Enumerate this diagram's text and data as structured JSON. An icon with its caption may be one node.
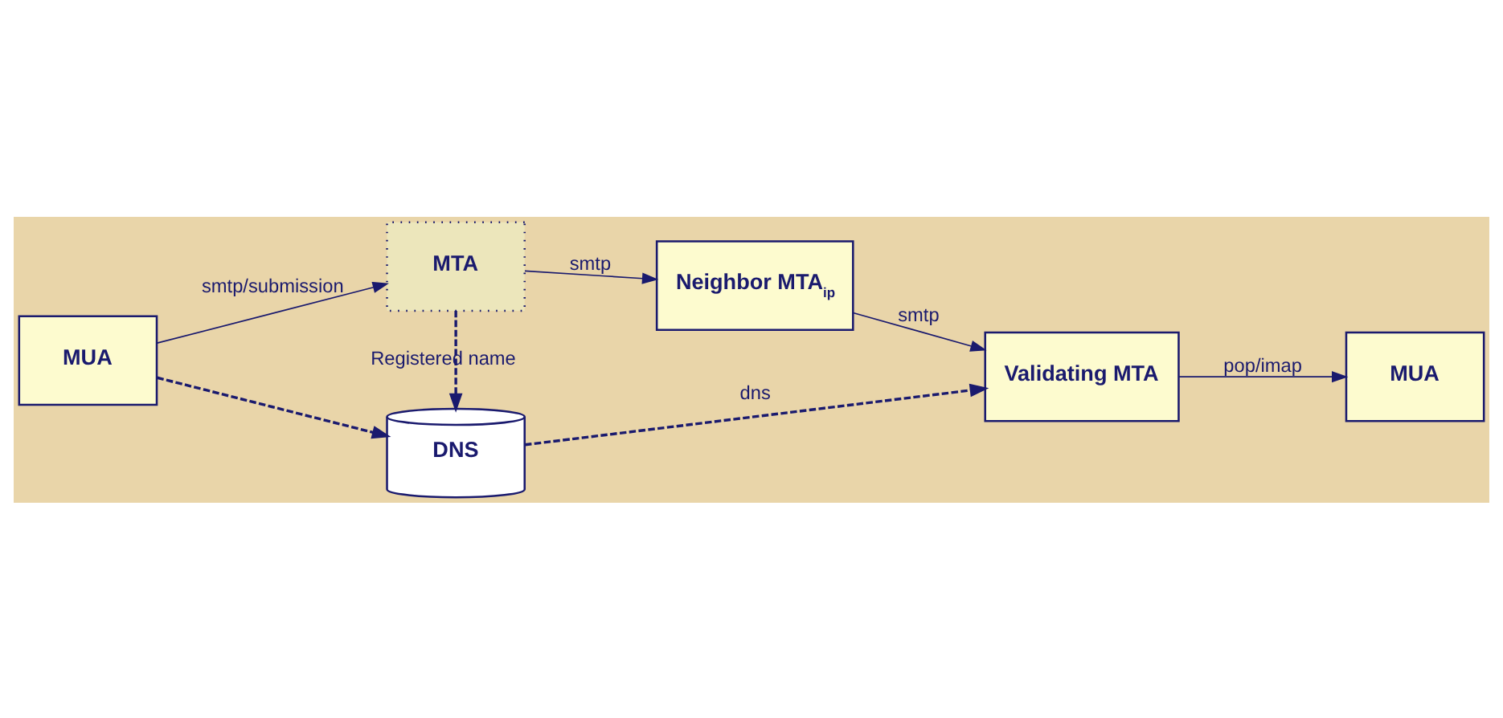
{
  "diagram": {
    "nodes": [
      {
        "text": [
          "MUA"
        ]
      },
      {
        "text": [
          "MTA"
        ]
      },
      {
        "text": [
          "Neighbor MTA$_{ip}$"
        ]
      },
      {
        "text": [
          "Validating MTA"
        ]
      },
      {
        "text": [
          "MUA"
        ]
      },
      {
        "text": [
          "DNS"
        ]
      }
    ],
    "edges": [
      {
        "from": 0,
        "to": 1,
        "arrow": "to",
        "label": "smtp/submission"
      },
      {
        "from": 1,
        "to": 2,
        "arrow": "to",
        "label": "smtp"
      },
      {
        "from": 2,
        "to": 3,
        "arrow": "to",
        "label": "smtp"
      },
      {
        "from": 3,
        "to": 4,
        "arrow": "to",
        "label": "pop/imap"
      },
      {
        "from": 0,
        "to": 5,
        "arrow": "to",
        "style": "dashed"
      },
      {
        "from": 1,
        "to": 5,
        "arrow": "to",
        "style": "dashed",
        "label": "Registered name"
      },
      {
        "from": 5,
        "to": 3,
        "arrow": "to",
        "style": "dashed",
        "label": "dns"
      }
    ]
  }
}
